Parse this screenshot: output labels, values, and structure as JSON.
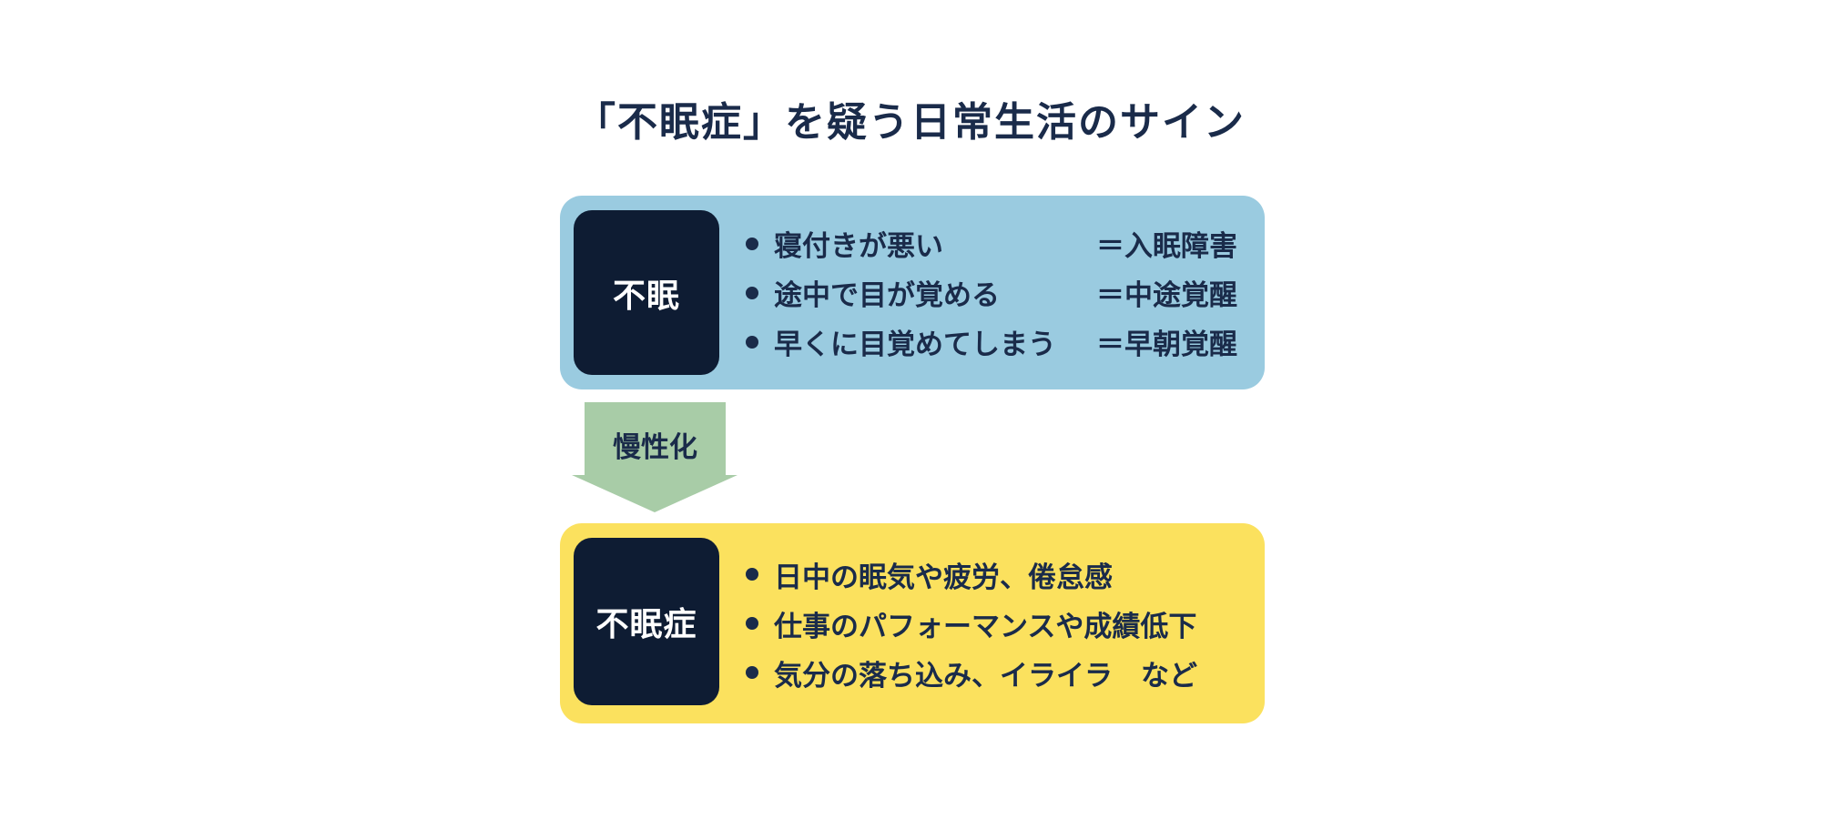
{
  "title": "「不眠症」を疑う日常生活のサイン",
  "colors": {
    "background": "#ffffff",
    "text_navy": "#1a2b4a",
    "label_box_navy": "#0e1c33",
    "label_text": "#ffffff",
    "stage1_bg": "#9acbe0",
    "stage2_bg": "#fbe15e",
    "arrow_green": "#a8cca7"
  },
  "stage1": {
    "label": "不眠",
    "items": [
      {
        "text": "寝付きが悪い",
        "equals": "＝入眠障害"
      },
      {
        "text": "途中で目が覚める",
        "equals": "＝中途覚醒"
      },
      {
        "text": "早くに目覚めてしまう",
        "equals": "＝早朝覚醒"
      }
    ]
  },
  "arrow": {
    "label": "慢性化"
  },
  "stage2": {
    "label": "不眠症",
    "items": [
      {
        "text": "日中の眠気や疲労、倦怠感"
      },
      {
        "text": "仕事のパフォーマンスや成績低下"
      },
      {
        "text": "気分の落ち込み、イライラ　など"
      }
    ]
  }
}
